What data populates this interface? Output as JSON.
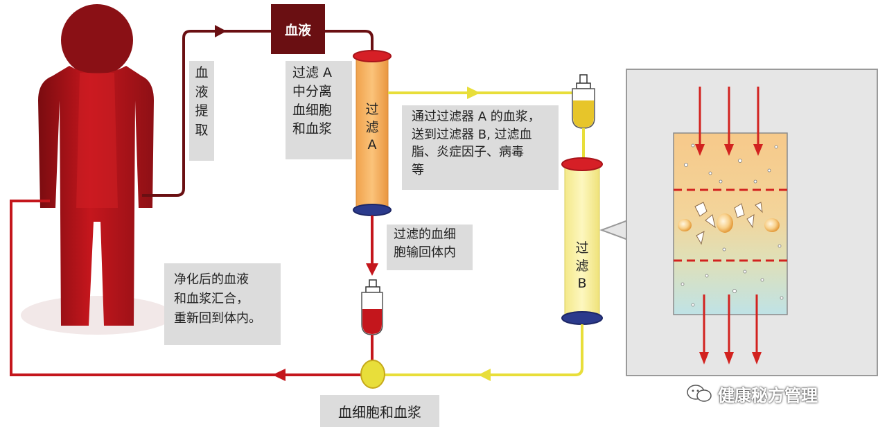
{
  "blood_box": "血液",
  "extraction_label": [
    "血",
    "液",
    "提",
    "取"
  ],
  "filter_a_note": [
    "过滤 A",
    "中分离",
    "血细胞",
    "和血浆"
  ],
  "filter_a_tube": [
    "过",
    "滤",
    "A"
  ],
  "filter_b_tube": [
    "过",
    "滤",
    "B"
  ],
  "plasma_note": [
    "通过过滤器 A 的血浆，",
    "送到过滤器 B, 过滤血",
    "脂、炎症因子、病毒",
    "等"
  ],
  "cells_note": [
    "过滤的血细",
    "胞输回体内"
  ],
  "return_note": [
    "净化后的血液",
    "和血浆汇合，",
    "重新回到体内。"
  ],
  "bottom_label": "血细胞和血浆",
  "watermark": "健康秘方管理",
  "colors": {
    "blood": "#c4161c",
    "plasma": "#e8de3a",
    "dark_blood": "#6a0f12",
    "panel": "#dcdcdc"
  }
}
